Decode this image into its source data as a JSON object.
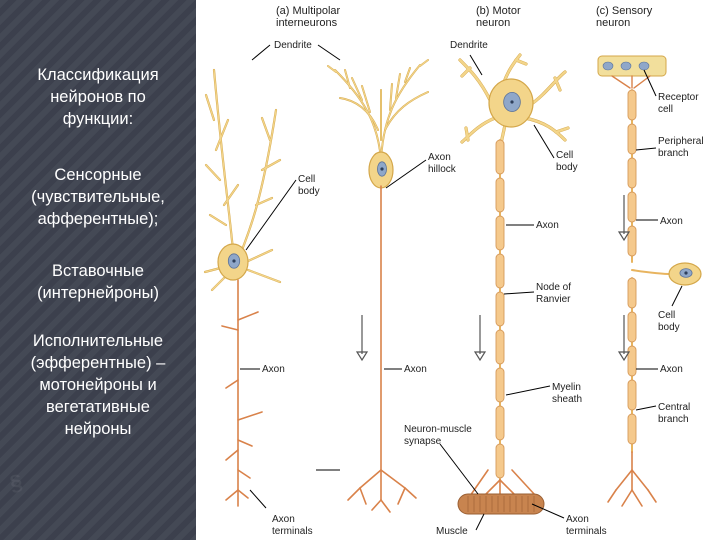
{
  "sidebar": {
    "title": "Классификация\nнейронов по\nфункции:",
    "item1": "Сенсорные\n(чувствительные,\nафферентные);",
    "item2": "Вставочные\n(интернейроны)",
    "item3": "Исполнительные\n(эфферентные) –\nмотонейроны и\nвегетативные\nнейроны"
  },
  "diagram": {
    "header_a": [
      "(a) Multipolar",
      "interneurons"
    ],
    "header_b": [
      "(b) Motor",
      "neuron"
    ],
    "header_c": [
      "(c) Sensory",
      "neuron"
    ],
    "labels": {
      "dendrite_a": "Dendrite",
      "dendrite_b": "Dendrite",
      "cell_body_a": [
        "Cell",
        "body"
      ],
      "axon_hillock": [
        "Axon",
        "hillock"
      ],
      "cell_body_b": [
        "Cell",
        "body"
      ],
      "axon_b": "Axon",
      "node_ranvier": [
        "Node of",
        "Ranvier"
      ],
      "axon_a1": "Axon",
      "axon_a2": "Axon",
      "myelin_sheath": [
        "Myelin",
        "sheath"
      ],
      "neuron_muscle": [
        "Neuron-muscle",
        "synapse"
      ],
      "axon_terminals_a": [
        "Axon",
        "terminals"
      ],
      "muscle": "Muscle",
      "axon_terminals_b": [
        "Axon",
        "terminals"
      ],
      "receptor_cell": [
        "Receptor",
        "cell"
      ],
      "peripheral_branch": [
        "Peripheral",
        "branch"
      ],
      "axon_c1": "Axon",
      "cell_body_c": [
        "Cell",
        "body"
      ],
      "axon_c2": "Axon",
      "central_branch": [
        "Central",
        "branch"
      ]
    },
    "colors": {
      "soma": "#f3d58a",
      "soma_edge": "#d4a74a",
      "nucleus": "#8fa7c9",
      "axon_bare": "#e8b45f",
      "myelin": "#f5c98c",
      "myelin_edge": "#d69a5a",
      "terminal": "#d9824a",
      "muscle": "#c8844f",
      "leader": "#000000",
      "text": "#222222"
    }
  }
}
